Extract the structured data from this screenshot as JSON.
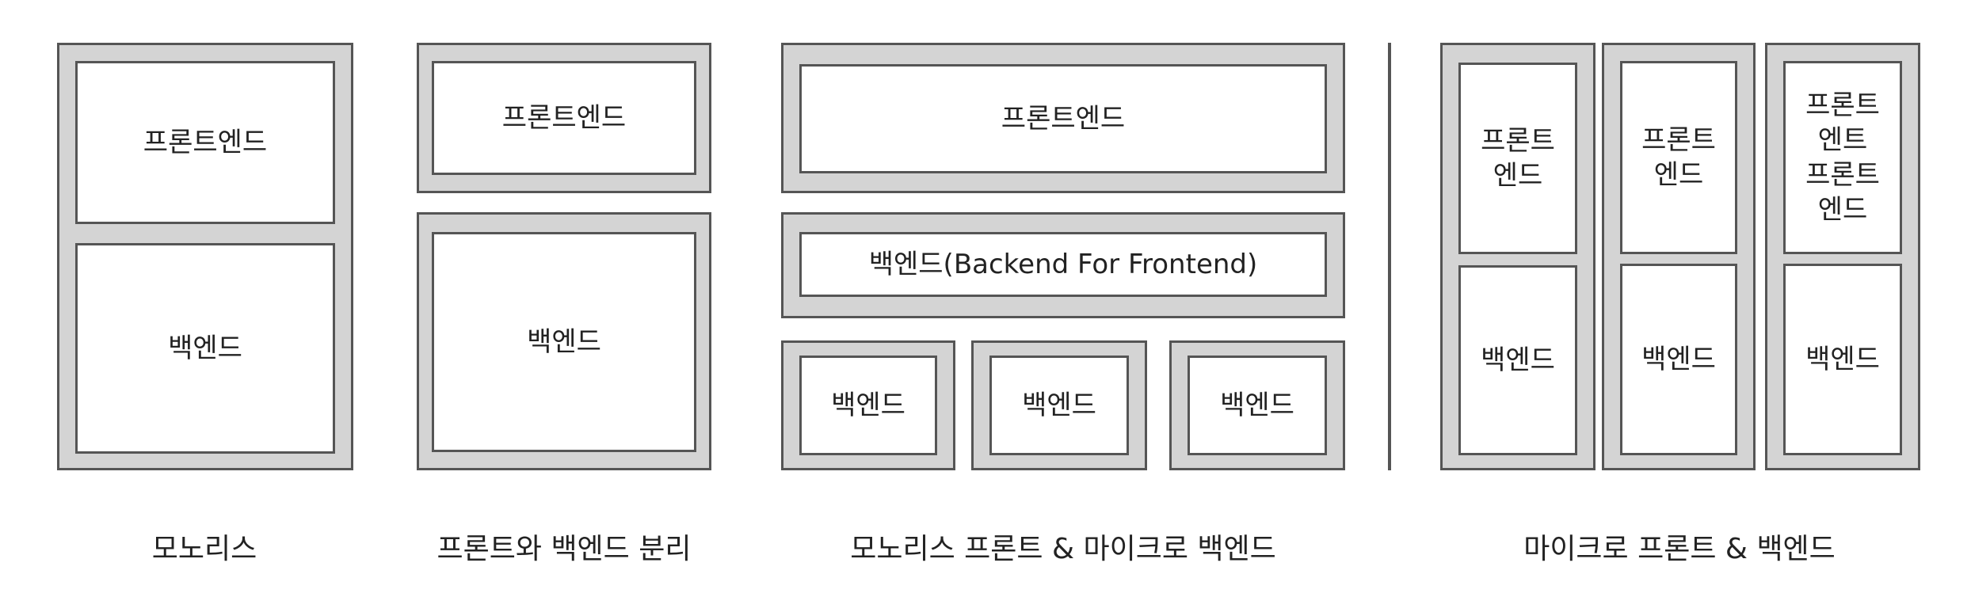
{
  "diagrams": {
    "monolith": {
      "frontend": "프론트엔드",
      "backend": "백엔드",
      "caption": "모노리스"
    },
    "separated": {
      "frontend": "프론트엔드",
      "backend": "백엔드",
      "caption": "프론트와 백엔드 분리"
    },
    "monolith_front_micro_back": {
      "frontend": "프론트엔드",
      "bff": "백엔드(Backend For Frontend)",
      "backend_1": "백엔드",
      "backend_2": "백엔드",
      "backend_3": "백엔드",
      "caption": "모노리스 프론트 & 마이크로 백엔드"
    },
    "micro_front_back": {
      "col1_front": "프론트\n엔드",
      "col1_back": "백엔드",
      "col2_front": "프론트\n엔드",
      "col2_back": "백엔드",
      "col3_front": "프론트\n엔트\n프론트\n엔드",
      "col3_back": "백엔드",
      "caption": "마이크로 프론트 & 백엔드"
    }
  }
}
